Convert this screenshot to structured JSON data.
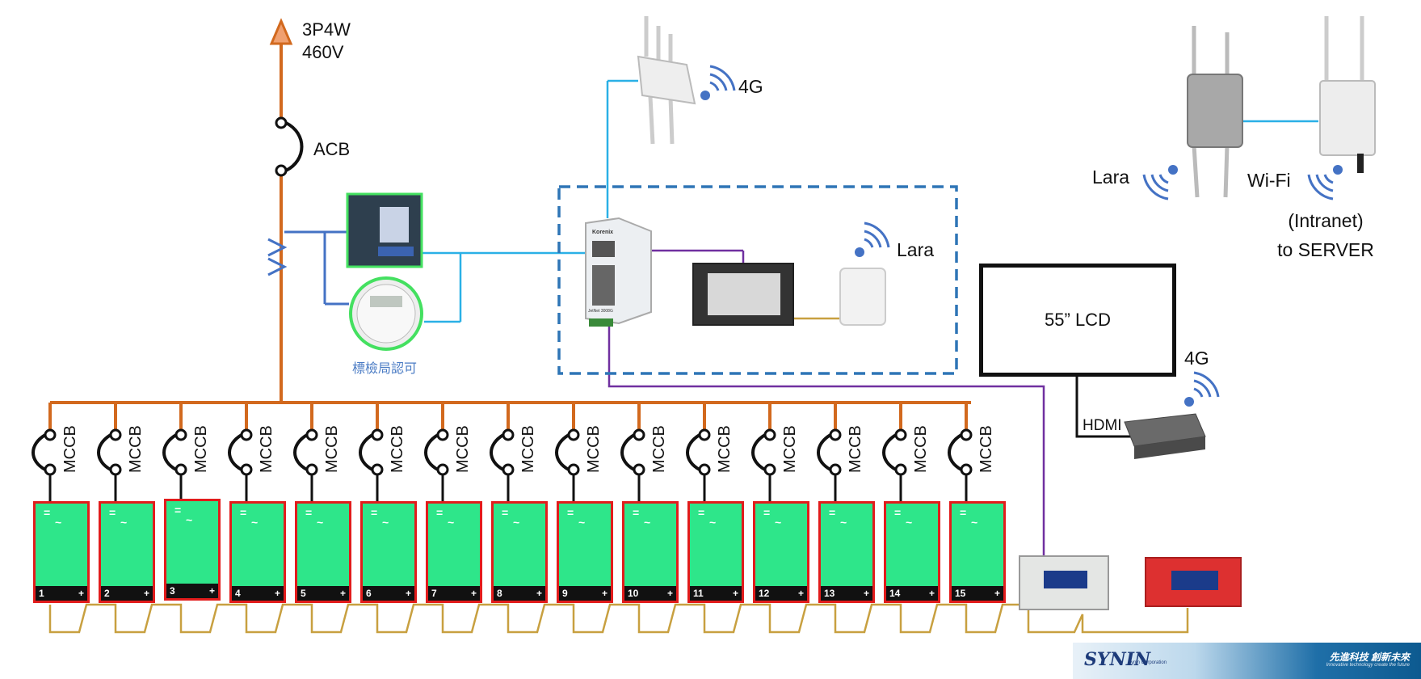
{
  "supply": {
    "line1": "3P4W",
    "line2": "460V"
  },
  "main_breaker": {
    "label": "ACB"
  },
  "meter": {
    "approval": "標檢局認可"
  },
  "gateway": {
    "signal": "4G"
  },
  "panel_wireless": {
    "label": "Lara"
  },
  "display": {
    "label": "55” LCD",
    "link": "HDMI",
    "pc_signal": "4G"
  },
  "outdoor": {
    "lara": "Lara",
    "wifi": "Wi-Fi",
    "dest_line1": "(Intranet)",
    "dest_line2": "to SERVER"
  },
  "branch": {
    "breaker_label": "MCCB",
    "inverters": [
      {
        "num": "1",
        "sign": "+"
      },
      {
        "num": "2",
        "sign": "+"
      },
      {
        "num": "3",
        "sign": "+"
      },
      {
        "num": "4",
        "sign": "+"
      },
      {
        "num": "5",
        "sign": "+"
      },
      {
        "num": "6",
        "sign": "+"
      },
      {
        "num": "7",
        "sign": "+"
      },
      {
        "num": "8",
        "sign": "+"
      },
      {
        "num": "9",
        "sign": "+"
      },
      {
        "num": "10",
        "sign": "+"
      },
      {
        "num": "11",
        "sign": "+"
      },
      {
        "num": "12",
        "sign": "+"
      },
      {
        "num": "13",
        "sign": "+"
      },
      {
        "num": "14",
        "sign": "+"
      },
      {
        "num": "15",
        "sign": "+"
      }
    ]
  },
  "switch_brand": {
    "name": "Korenix",
    "model": "JetNet 3008G"
  },
  "logo": {
    "name": "SYNIN",
    "sub": "Synin Corporation",
    "slogan": "先進科技 創新未來",
    "slogan_en": "Innovative technology create the future"
  },
  "colors": {
    "power": "#d2691e",
    "ethernet": "#2ab0e6",
    "rs485": "#7030a0",
    "daisy": "#c8a040",
    "inverter_fill": "#2ee68a",
    "inverter_border": "#e21c1c",
    "ct": "#4472c4",
    "dashed_box": "#2e75b6"
  }
}
